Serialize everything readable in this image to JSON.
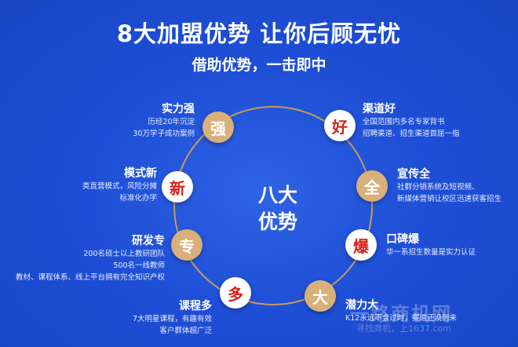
{
  "header": {
    "title": "8大加盟优势 让你后顾无忧",
    "subtitle": "借助优势，一击即中"
  },
  "center": {
    "line1": "八大",
    "line2": "优势"
  },
  "colors": {
    "background": "#1e4fd6",
    "gold_badge": "#d9b07a",
    "white_badge": "#ffffff",
    "red_character": "#d7221c",
    "ring": "#c89a5c"
  },
  "advantages": [
    {
      "badge": "强",
      "title": "实力强",
      "lines": [
        "历经20年沉淀",
        "30万学子成功案例"
      ]
    },
    {
      "badge": "好",
      "title": "渠道好",
      "lines": [
        "全国范围内多名专家背书",
        "招聘渠道、招生渠道首屈一指"
      ]
    },
    {
      "badge": "新",
      "title": "模式新",
      "lines": [
        "类直营模式，风险分摊",
        "标准化办学"
      ]
    },
    {
      "badge": "全",
      "title": "宣传全",
      "lines": [
        "社群分销系统及短视频、",
        "新媒体营销让校区迅速获客招生"
      ]
    },
    {
      "badge": "专",
      "title": "研发专",
      "lines": [
        "200名硕士以上教研团队",
        "500名一线教师",
        "教材、课程体系、线上平台拥有完全知识产权"
      ]
    },
    {
      "badge": "爆",
      "title": "口碑爆",
      "lines": [
        "华一系招生数量是实力认证"
      ]
    },
    {
      "badge": "多",
      "title": "课程多",
      "lines": [
        "7大明星课程，有趣有效",
        "客户群体超广泛"
      ]
    },
    {
      "badge": "大",
      "title": "潜力大",
      "lines": [
        "K12永远不会过时，赛道还没到来"
      ]
    }
  ],
  "watermark": {
    "main": "一路商机网",
    "sub": "寻找商机，上1637.com"
  }
}
